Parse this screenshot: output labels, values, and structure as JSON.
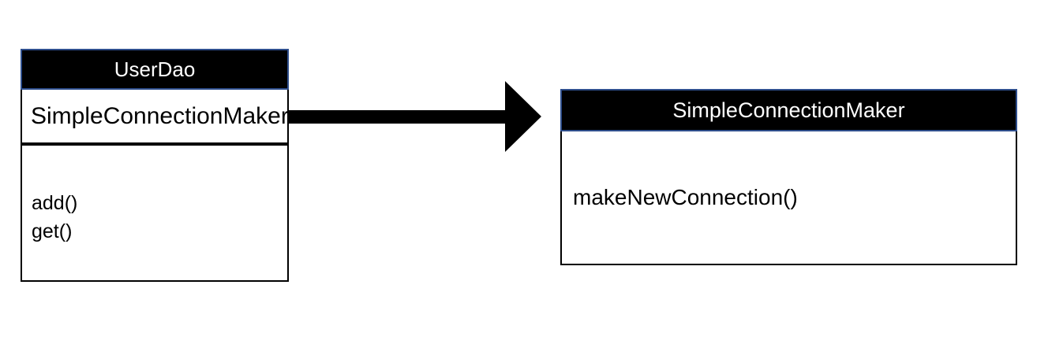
{
  "diagram": {
    "type": "uml-class-diagram",
    "background": "#ffffff",
    "colors": {
      "header_bg": "#000000",
      "header_text": "#ffffff",
      "header_border": "#2e4e8c",
      "box_border": "#000000",
      "text": "#000000",
      "arrow": "#000000"
    },
    "left_class": {
      "name": "UserDao",
      "attributes": [
        "SimpleConnectionMaker"
      ],
      "methods": [
        "add()",
        "get()"
      ]
    },
    "right_class": {
      "name": "SimpleConnectionMaker",
      "methods": [
        "makeNewConnection()"
      ]
    },
    "arrow": {
      "direction": "left-to-right",
      "from": "UserDao",
      "to": "SimpleConnectionMaker"
    }
  }
}
